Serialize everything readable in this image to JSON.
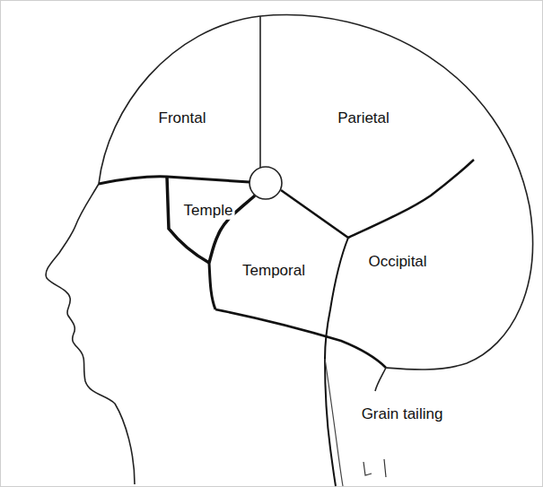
{
  "diagram": {
    "labels": [
      "Frontal",
      "Parietal",
      "Temple",
      "Temporal",
      "Occipital",
      "Grain tailing"
    ]
  }
}
